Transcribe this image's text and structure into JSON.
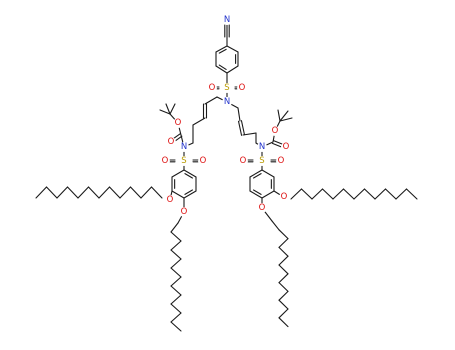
{
  "molecule": {
    "atom_labels": {
      "N_nitrile": "N",
      "S_top": "S",
      "O_top_left": "O",
      "O_top_right": "O",
      "N_center": "N",
      "N_boc_left": "N",
      "O_boc_left_carbonyl": "O",
      "O_boc_left_ester": "O",
      "S_left": "S",
      "O_left_so2_a": "O",
      "O_left_so2_b": "O",
      "O_left_alkoxy_upper": "O",
      "O_left_alkoxy_lower": "O",
      "N_boc_right": "N",
      "O_boc_right_carbonyl": "O",
      "O_boc_right_ester": "O",
      "S_right": "S",
      "O_right_so2_a": "O",
      "O_right_so2_b": "O",
      "O_right_alkoxy_upper": "O",
      "O_right_alkoxy_lower": "O"
    },
    "colors": {
      "bond": "#1a1a1a",
      "nitrogen": "#2233cc",
      "oxygen": "#dd1111",
      "sulfur": "#b89a00"
    }
  }
}
